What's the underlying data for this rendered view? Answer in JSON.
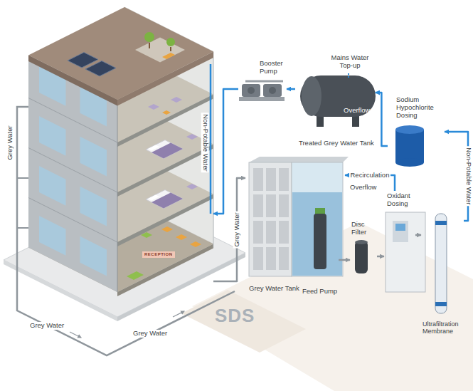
{
  "diagram": {
    "nodes": [
      {
        "text": [
          "RECEPTION"
        ]
      },
      {
        "text": [
          "Booster Pump"
        ]
      },
      {
        "text": [
          "Overflow",
          "Treated Grey Water Tank"
        ]
      },
      {
        "text": [
          "Sodium Hypochlorite Dosing"
        ]
      },
      {
        "text": [
          "Grey Water Tank"
        ]
      },
      {
        "text": [
          "Feed Pump"
        ],
        "in": 4
      },
      {
        "text": [
          "Disc Filter"
        ]
      },
      {
        "text": [
          "Oxidant Dosing"
        ]
      },
      {
        "text": [
          "Ultrafiltration Membrane"
        ]
      }
    ],
    "edges": [
      {
        "from": 0,
        "to": 4,
        "arrow": "to",
        "label": "Grey Water"
      },
      {
        "from": 5,
        "to": 6,
        "arrow": "to"
      },
      {
        "from": 6,
        "to": 7,
        "arrow": "to"
      },
      {
        "from": 7,
        "to": 8,
        "arrow": "to"
      },
      {
        "from": 8,
        "to": 3,
        "arrow": "to",
        "label": "Non-Potable Water"
      },
      {
        "from": 3,
        "to": 2,
        "arrow": "to"
      },
      {
        "from": 2,
        "to": 1,
        "arrow": "to"
      },
      {
        "from": 1,
        "to": 0,
        "arrow": "to"
      },
      {
        "from": 7,
        "to": 4,
        "arrow": "to",
        "label": "Recirculation"
      }
    ],
    "labels": [
      "Mains Water Top-up",
      "Overflow",
      "Grey Water",
      "Non-Potable Water",
      "Grey Water",
      "Grey Water",
      "SDS"
    ]
  }
}
